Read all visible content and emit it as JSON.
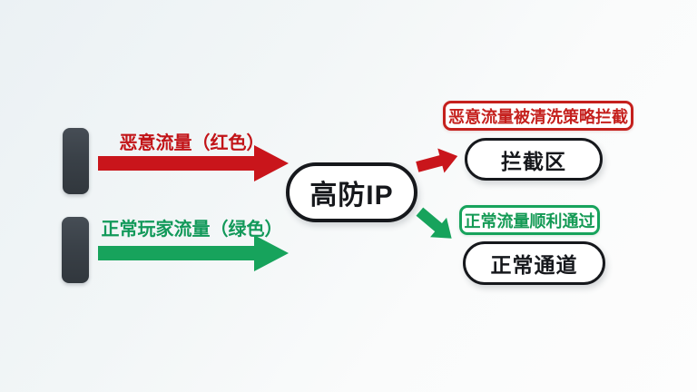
{
  "palette": {
    "malicious_red": "#c9151b",
    "normal_green": "#17a35c",
    "device_bar_dark": "#3b424a",
    "node_outline": "#16181c",
    "background_tint": "#ebf1f4"
  },
  "diagram": {
    "center_node": {
      "label": "高防IP"
    },
    "flows": {
      "malicious": {
        "label": "恶意流量（红色）",
        "color": "#c9151b",
        "note": "恶意流量被清洗策略拦截",
        "destination": "拦截区"
      },
      "normal": {
        "label": "正常玩家流量（绿色）",
        "color": "#17a35c",
        "note": "正常流量顺利通过",
        "destination": "正常通道"
      }
    }
  }
}
